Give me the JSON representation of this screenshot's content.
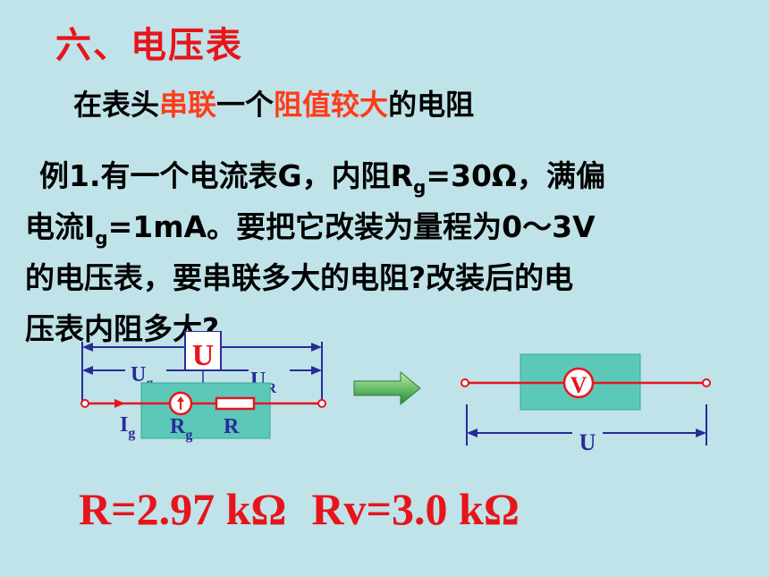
{
  "title": "六、电压表",
  "subtitle": {
    "p1": "在表头",
    "h1": "串联",
    "p2": "一个",
    "h2": "阻值较大",
    "p3": "的电阻"
  },
  "problem": {
    "l1a": "例1.有一个电流表G，内阻R",
    "l1sub": "g",
    "l1b": "=30Ω，满偏",
    "l2a": "电流I",
    "l2sub": "g",
    "l2b": "=1mA。要把它改装为量程为0～3V",
    "l3": "的电压表，要串联多大的电阻?改装后的电",
    "l4": "压表内阻多大?"
  },
  "circuit_left": {
    "U": "U",
    "U_g": "U",
    "U_g_sub": "g",
    "U_R": "U",
    "U_R_sub": "R",
    "I_g": "I",
    "I_g_sub": "g",
    "R_g": "R",
    "R_g_sub": "g",
    "R": "R"
  },
  "circuit_right": {
    "meter": "V",
    "U": "U"
  },
  "answer": {
    "r": "R=2.97 kΩ",
    "rv": "Rv=3.0 kΩ"
  },
  "colors": {
    "title": "#e8141c",
    "highlight": "#ff3b1a",
    "background": "#bfe3e8",
    "dim_line": "#2a2a9a",
    "wire": "#e8141c",
    "box": "#5cc8b8"
  }
}
